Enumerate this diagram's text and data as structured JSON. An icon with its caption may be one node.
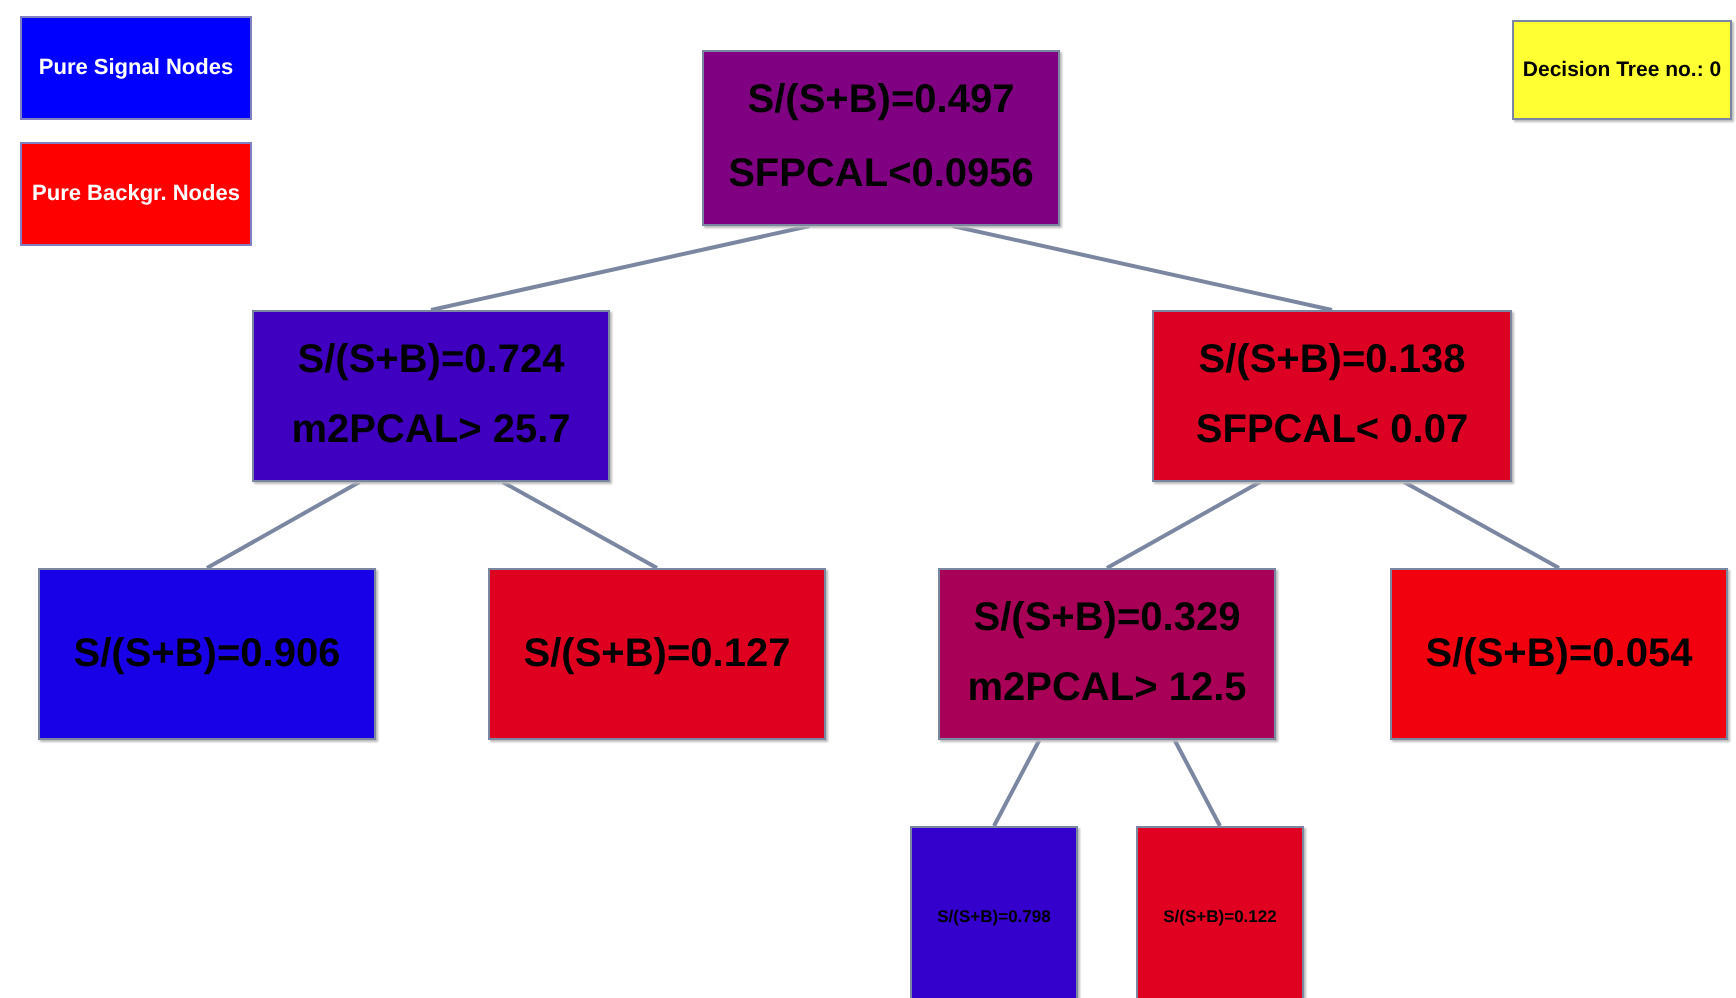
{
  "diagram": {
    "nodes": [
      {
        "text": [
          "S/(S+B)=0.497",
          "SFPCAL<0.0956"
        ]
      },
      {
        "text": [
          "S/(S+B)=0.724",
          "m2PCAL> 25.7"
        ]
      },
      {
        "text": [
          "S/(S+B)=0.138",
          "SFPCAL< 0.07"
        ]
      },
      {
        "text": [
          "S/(S+B)=0.906"
        ]
      },
      {
        "text": [
          "S/(S+B)=0.127"
        ]
      },
      {
        "text": [
          "S/(S+B)=0.329",
          "m2PCAL> 12.5"
        ]
      },
      {
        "text": [
          "S/(S+B)=0.054"
        ]
      },
      {
        "text": [
          "S/(S+B)=0.798"
        ]
      },
      {
        "text": [
          "S/(S+B)=0.122"
        ]
      },
      {
        "text": [
          "Decision Tree no.: 0"
        ]
      }
    ],
    "edges": [
      {
        "from": 0,
        "to": 1,
        "arrow": "none"
      },
      {
        "from": 0,
        "to": 2,
        "arrow": "none"
      },
      {
        "from": 1,
        "to": 3,
        "arrow": "none"
      },
      {
        "from": 1,
        "to": 4,
        "arrow": "none"
      },
      {
        "from": 2,
        "to": 5,
        "arrow": "none"
      },
      {
        "from": 2,
        "to": 6,
        "arrow": "none"
      },
      {
        "from": 5,
        "to": 7,
        "arrow": "none"
      },
      {
        "from": 5,
        "to": 8,
        "arrow": "none"
      }
    ],
    "legend": [
      {
        "text": "Pure Signal Nodes",
        "color": "#0000ff"
      },
      {
        "text": "Pure Backgr. Nodes",
        "color": "#ff0000"
      }
    ]
  }
}
